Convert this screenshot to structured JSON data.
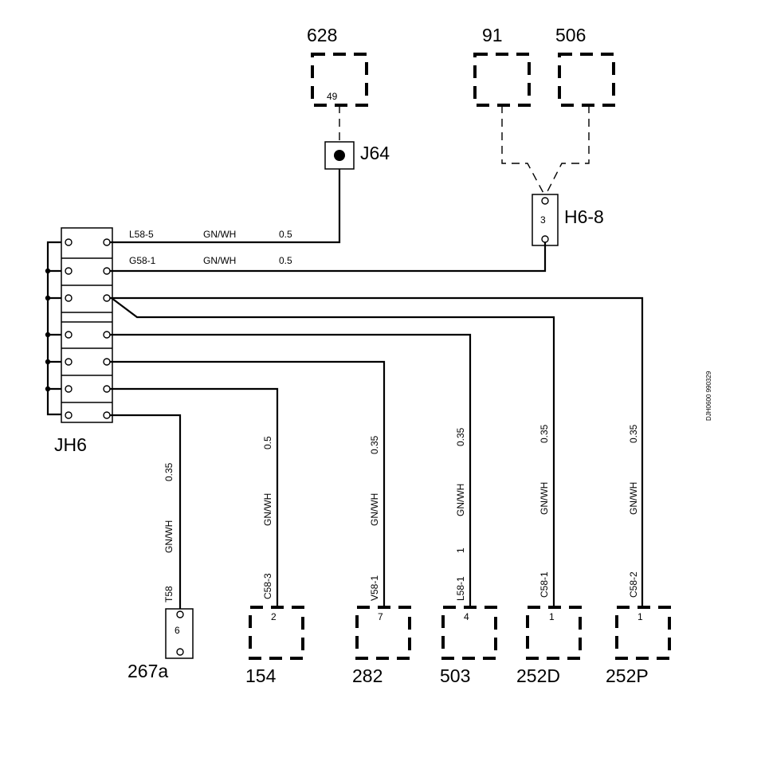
{
  "components": {
    "c628": {
      "label": "628",
      "pin": "49"
    },
    "c91": {
      "label": "91"
    },
    "c506": {
      "label": "506"
    },
    "c154": {
      "label": "154",
      "pin": "2"
    },
    "c282": {
      "label": "282",
      "pin": "7"
    },
    "c503": {
      "label": "503",
      "pin": "4"
    },
    "c252d": {
      "label": "252D",
      "pin": "1"
    },
    "c252p": {
      "label": "252P",
      "pin": "1"
    }
  },
  "connectors": {
    "j64": {
      "label": "J64"
    },
    "h68": {
      "label": "H6-8",
      "pin": "3"
    },
    "jh6": {
      "label": "JH6"
    },
    "c267a": {
      "label": "267a",
      "pin": "6"
    }
  },
  "wires": {
    "top1": {
      "id": "L58-5",
      "color": "GN/WH",
      "size": "0.5"
    },
    "top2": {
      "id": "G58-1",
      "color": "GN/WH",
      "size": "0.5"
    },
    "t58": {
      "id": "T58",
      "color": "GN/WH",
      "size": "0.35"
    },
    "c583": {
      "id": "C58-3",
      "color": "GN/WH",
      "size": "0.5"
    },
    "v581": {
      "id": "V58-1",
      "color": "GN/WH",
      "size": "0.35"
    },
    "l581": {
      "id": "L58-1",
      "color": "GN/WH",
      "size": "0.35",
      "extra": "1"
    },
    "c581": {
      "id": "C58-1",
      "color": "GN/WH",
      "size": "0.35"
    },
    "c582": {
      "id": "C58-2",
      "color": "GN/WH",
      "size": "0.35"
    }
  },
  "diagram_code": "DJH0600 990329"
}
